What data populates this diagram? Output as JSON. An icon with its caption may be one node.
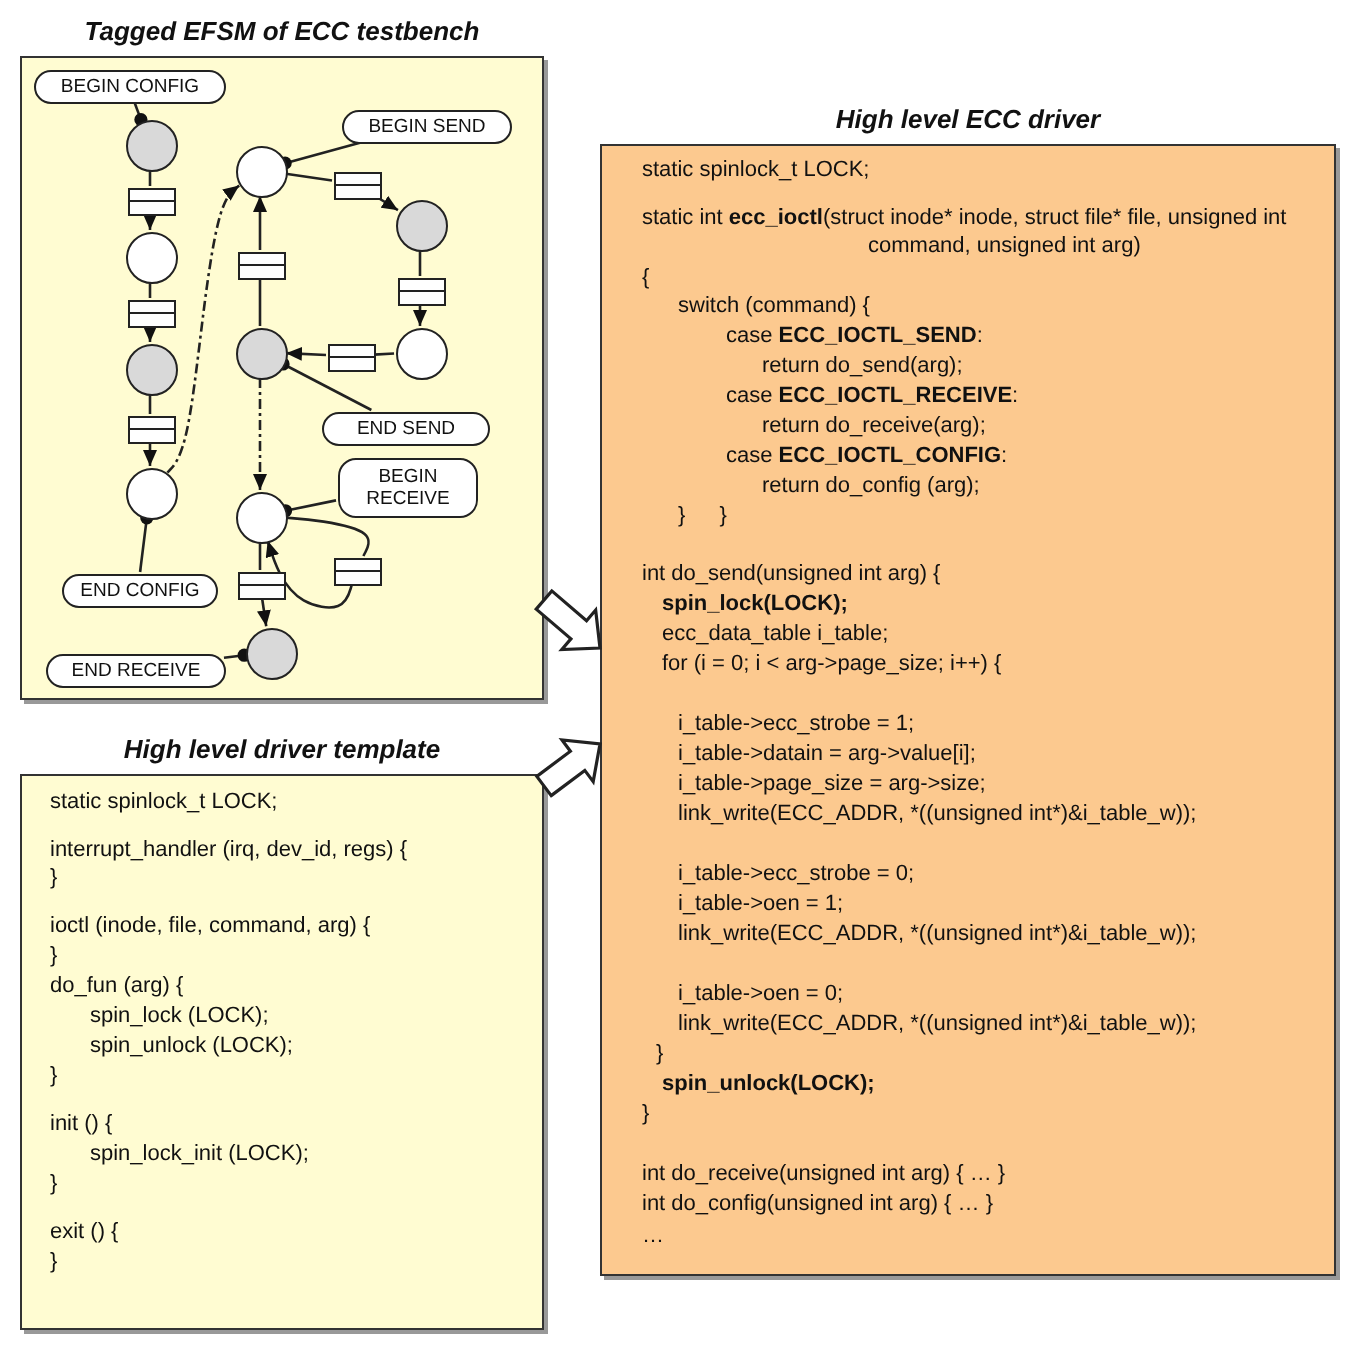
{
  "diagram": {
    "nodes": [
      {
        "text": [
          "Tagged EFSM of ECC testbench"
        ]
      },
      {
        "text": [
          "BEGIN CONFIG"
        ],
        "in": 0
      },
      {
        "text": [
          "BEGIN SEND"
        ],
        "in": 0
      },
      {
        "text": [],
        "shape": "circle",
        "in": 0
      },
      {
        "text": [],
        "shape": "circle",
        "in": 0
      },
      {
        "text": [],
        "shape": "box",
        "in": 0
      },
      {
        "text": [],
        "shape": "box",
        "in": 0
      },
      {
        "text": [],
        "shape": "circle",
        "in": 0
      },
      {
        "text": [],
        "shape": "circle",
        "in": 0
      },
      {
        "text": [],
        "shape": "box",
        "in": 0
      },
      {
        "text": [],
        "shape": "box",
        "in": 0
      },
      {
        "text": [],
        "shape": "box",
        "in": 0
      },
      {
        "text": [],
        "shape": "circle",
        "in": 0
      },
      {
        "text": [],
        "shape": "circle",
        "in": 0
      },
      {
        "text": [],
        "shape": "box",
        "in": 0
      },
      {
        "text": [],
        "shape": "circle",
        "in": 0
      },
      {
        "text": [],
        "shape": "box",
        "in": 0
      },
      {
        "text": [
          "END SEND"
        ],
        "in": 0
      },
      {
        "text": [
          "BEGIN RECEIVE"
        ],
        "in": 0
      },
      {
        "text": [],
        "shape": "circle",
        "in": 0
      },
      {
        "text": [],
        "shape": "circle",
        "in": 0
      },
      {
        "text": [],
        "shape": "box",
        "in": 0
      },
      {
        "text": [],
        "shape": "box",
        "in": 0
      },
      {
        "text": [
          "END CONFIG"
        ],
        "in": 0
      },
      {
        "text": [],
        "shape": "circle",
        "in": 0
      },
      {
        "text": [
          "END RECEIVE"
        ],
        "in": 0
      },
      {
        "text": [
          "High level driver template",
          "static spinlock_t LOCK;",
          "interrupt_handler (irq, dev_id, regs) {",
          "}",
          "ioctl (inode, file, command, arg) {",
          "}",
          "do_fun (arg) {",
          "spin_lock (LOCK);",
          "spin_unlock (LOCK);",
          "}",
          "init () {",
          "spin_lock_init (LOCK);",
          "}",
          "exit () {",
          "}"
        ]
      },
      {
        "text": [
          "High level ECC driver",
          "static spinlock_t LOCK;",
          "static int **ecc_ioctl**(struct inode* inode, struct file* file, unsigned int command, unsigned int arg)",
          "{",
          "switch (command) {",
          "case **ECC_IOCTL_SEND**:",
          "return do_send(arg);",
          "case **ECC_IOCTL_RECEIVE**:",
          "return do_receive(arg);",
          "case **ECC_IOCTL_CONFIG**:",
          "return do_config (arg);",
          "} }",
          "int do_send(unsigned int arg) {",
          "spin_lock(LOCK);",
          "ecc_data_table i_table;",
          "for (i = 0; i < arg->page_size; i++) {",
          "i_table->ecc_strobe = 1;",
          "i_table->datain = arg->value[i];",
          "i_table->page_size = arg->size;",
          "link_write(ECC_ADDR, *((unsigned int*)&i_table_w));",
          "i_table->ecc_strobe = 0;",
          "i_table->oen = 1;",
          "link_write(ECC_ADDR, *((unsigned int*)&i_table_w));",
          "i_table->oen = 0;",
          "link_write(ECC_ADDR, *((unsigned int*)&i_table_w));",
          "}",
          "spin_unlock(LOCK);",
          "}",
          "int do_receive(unsigned int arg) { … }",
          "int do_config(unsigned int arg) { … }",
          "…"
        ]
      }
    ],
    "edges": [
      {
        "from": 0,
        "to": 27,
        "arrow": "to",
        "style": "thick"
      },
      {
        "from": 26,
        "to": 27,
        "arrow": "to",
        "style": "thick"
      },
      {
        "from": 1,
        "to": 3,
        "arrow": "other"
      },
      {
        "from": 3,
        "to": 6,
        "arrow": "none"
      },
      {
        "from": 6,
        "to": 8,
        "arrow": "to"
      },
      {
        "from": 8,
        "to": 11,
        "arrow": "none"
      },
      {
        "from": 11,
        "to": 12,
        "arrow": "to"
      },
      {
        "from": 12,
        "to": 16,
        "arrow": "none"
      },
      {
        "from": 16,
        "to": 19,
        "arrow": "to"
      },
      {
        "from": 19,
        "to": 4,
        "arrow": "to",
        "style": "dashed"
      },
      {
        "from": 2,
        "to": 4,
        "arrow": "other"
      },
      {
        "from": 4,
        "to": 5,
        "arrow": "none"
      },
      {
        "from": 5,
        "to": 7,
        "arrow": "to"
      },
      {
        "from": 7,
        "to": 10,
        "arrow": "none"
      },
      {
        "from": 10,
        "to": 15,
        "arrow": "to"
      },
      {
        "from": 15,
        "to": 14,
        "arrow": "none"
      },
      {
        "from": 14,
        "to": 13,
        "arrow": "to"
      },
      {
        "from": 13,
        "to": 9,
        "arrow": "none"
      },
      {
        "from": 9,
        "to": 4,
        "arrow": "to"
      },
      {
        "from": 17,
        "to": 13,
        "arrow": "other"
      },
      {
        "from": 13,
        "to": 20,
        "arrow": "to",
        "style": "dashed"
      },
      {
        "from": 18,
        "to": 20,
        "arrow": "other"
      },
      {
        "from": 20,
        "to": 22,
        "arrow": "none"
      },
      {
        "from": 22,
        "to": 24,
        "arrow": "to"
      },
      {
        "from": 20,
        "to": 21,
        "arrow": "none"
      },
      {
        "from": 21,
        "to": 20,
        "arrow": "to"
      },
      {
        "from": 23,
        "to": 19,
        "arrow": "other"
      },
      {
        "from": 25,
        "to": 24,
        "arrow": "other"
      }
    ]
  }
}
